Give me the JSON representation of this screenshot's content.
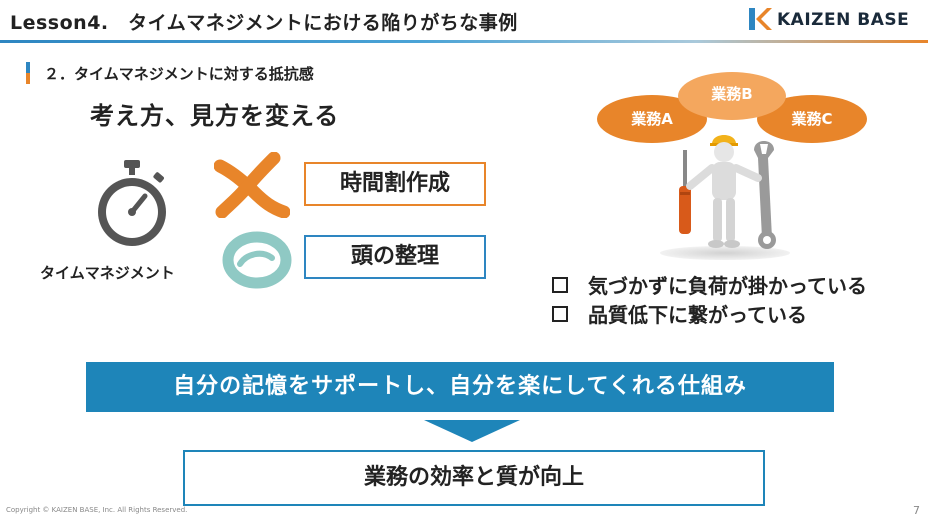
{
  "header": {
    "title": "Lesson4.　タイムマネジメントにおける陥りがちな事例",
    "logo_text": "KAIZEN BASE"
  },
  "section": {
    "title": "２．タイムマネジメントに対する抵抗感",
    "subtitle": "考え方、見方を変える"
  },
  "left": {
    "label": "タイムマネジメント",
    "box1": "時間割作成",
    "box2": "頭の整理"
  },
  "right": {
    "ovals": [
      "業務A",
      "業務B",
      "業務C"
    ],
    "checks": [
      "気づかずに負荷が掛かっている",
      "品質低下に繋がっている"
    ]
  },
  "banner": "自分の記憶をサポートし、自分を楽にしてくれる仕組み",
  "result": "業務の効率と質が向上",
  "footer": {
    "copyright": "Copyright © KAIZEN BASE, Inc. All Rights Reserved.",
    "page": "7"
  },
  "colors": {
    "accent_blue": "#1e85b9",
    "accent_orange": "#e8852a",
    "ring_teal": "#8fc9c4"
  }
}
